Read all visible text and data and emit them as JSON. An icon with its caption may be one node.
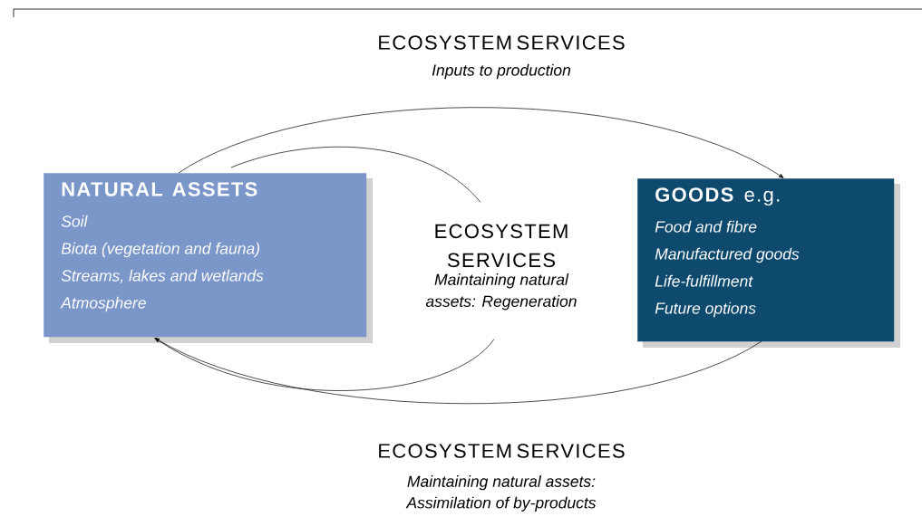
{
  "diagram": {
    "nodes": [
      {
        "text": [
          "NATURAL ASSETS",
          "Soil",
          "Biota (vegetation and fauna)",
          "Streams, lakes and wetlands",
          "Atmosphere"
        ]
      },
      {
        "text": [
          "**GOODS** e.g.",
          "Food and fibre",
          "Manufactured goods",
          "Life-fulfillment",
          "Future options"
        ]
      },
      {
        "text": [
          "ECOSYSTEM SERVICES",
          "Maintaining natural assets: Regeneration"
        ]
      }
    ],
    "edges": [
      {
        "from": 0,
        "to": 1,
        "arrow": "to"
      },
      {
        "from": 1,
        "to": 0,
        "arrow": "to"
      },
      {
        "from": 0,
        "to": 2,
        "arrow": "none"
      },
      {
        "from": 2,
        "to": 0,
        "arrow": "to"
      }
    ],
    "labels": [
      "ECOSYSTEM SERVICES",
      "Inputs to production",
      "ECOSYSTEM SERVICES",
      "Maintaining natural assets: Assimilation of by-products"
    ]
  }
}
